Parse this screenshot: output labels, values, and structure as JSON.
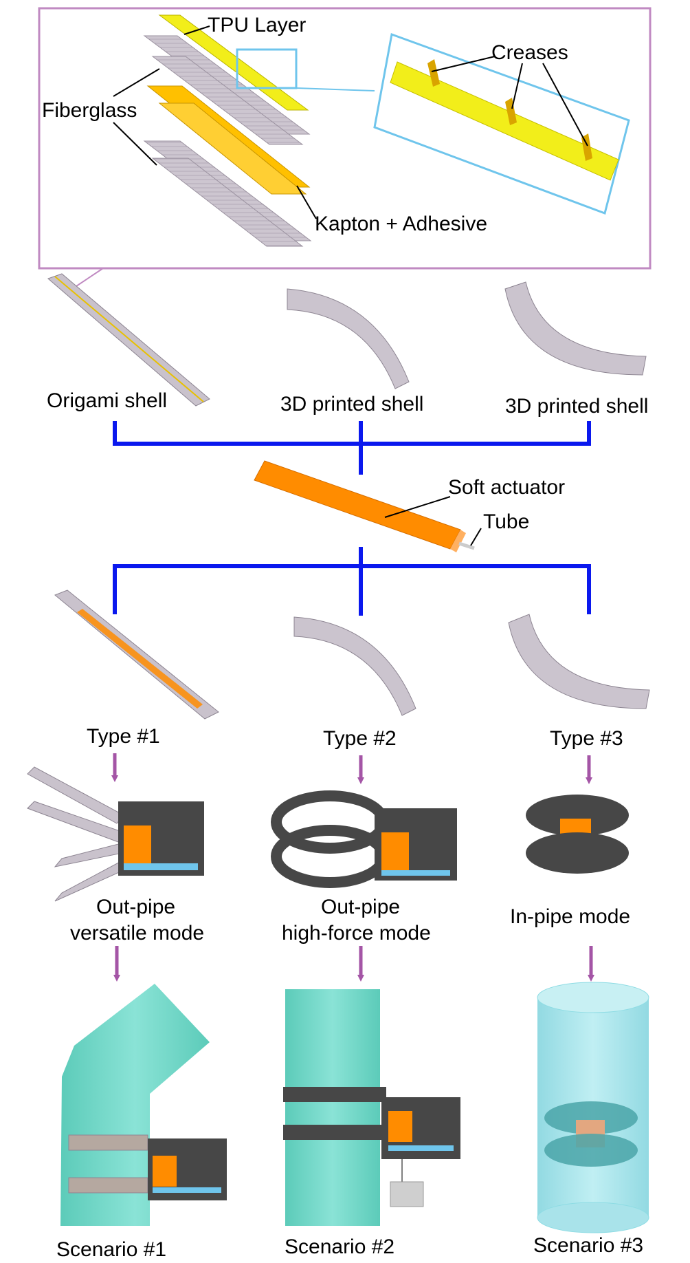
{
  "inset": {
    "tpu_layer": "TPU Layer",
    "fiberglass": "Fiberglass",
    "creases": "Creases",
    "kapton": "Kapton + Adhesive"
  },
  "shells": [
    "Origami shell",
    "3D printed shell",
    "3D printed shell"
  ],
  "actuator": {
    "soft_actuator": "Soft actuator",
    "tube": "Tube"
  },
  "types": [
    "Type #1",
    "Type #2",
    "Type #3"
  ],
  "modes": [
    {
      "line1": "Out-pipe",
      "line2": "versatile mode"
    },
    {
      "line1": "Out-pipe",
      "line2": "high-force mode"
    },
    {
      "line1": "In-pipe mode",
      "line2": ""
    }
  ],
  "scenarios": [
    "Scenario #1",
    "Scenario #2",
    "Scenario #3"
  ],
  "colors": {
    "tpu": "#f2ee1a",
    "kapton": "#ffc000",
    "fiberglass": "#c9c2cc",
    "connector": "#0a18ee",
    "flow_arrow": "#a455a6",
    "inset_border": "#c08ac2",
    "zoom_border": "#6fc5ec",
    "actuator": "#ff8c00",
    "frame_dark": "#474747",
    "pipe": "#6dd6c5",
    "pipe_glass": "#8edce4"
  }
}
